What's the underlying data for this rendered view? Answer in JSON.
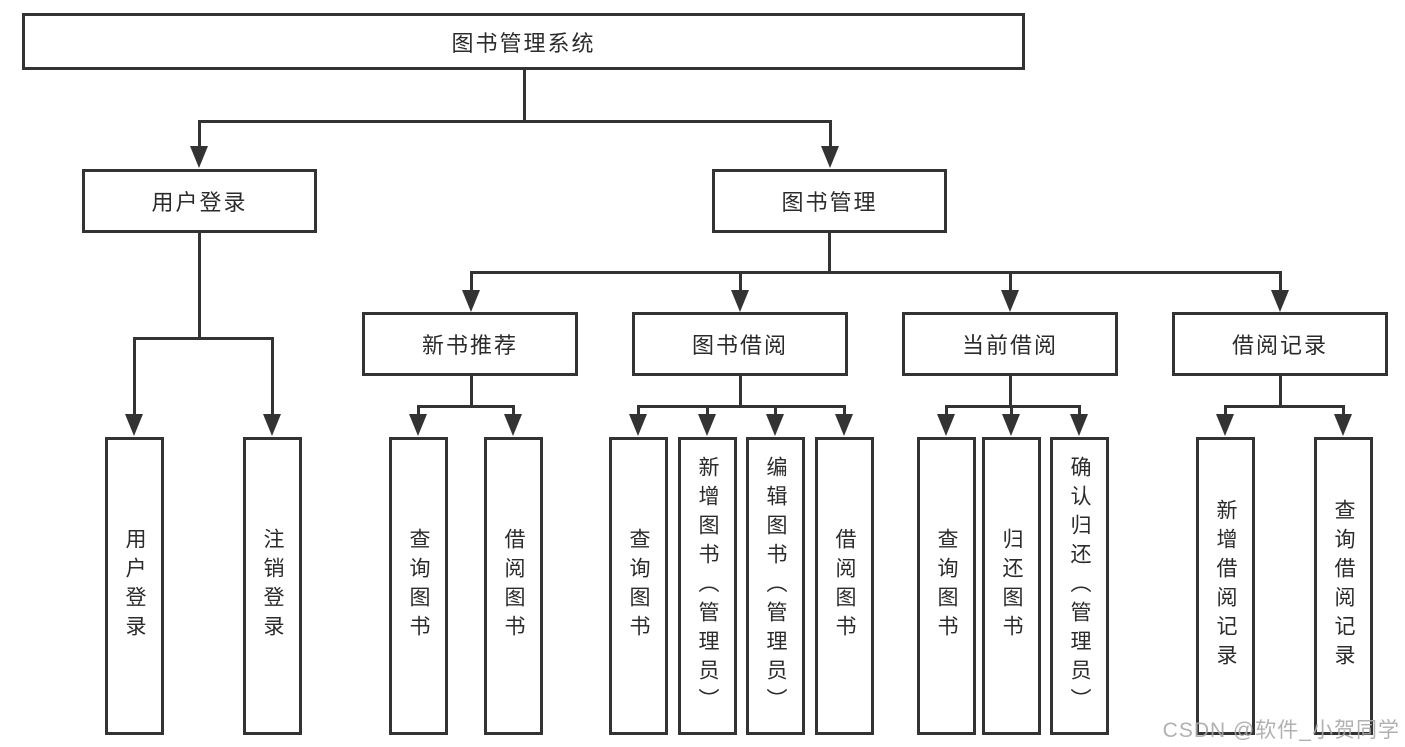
{
  "diagram": {
    "root": {
      "label": "图书管理系统"
    },
    "level2": [
      {
        "label": "用户登录"
      },
      {
        "label": "图书管理"
      }
    ],
    "level3": [
      {
        "label": "新书推荐"
      },
      {
        "label": "图书借阅"
      },
      {
        "label": "当前借阅"
      },
      {
        "label": "借阅记录"
      }
    ],
    "leaves": {
      "user_login": [
        "用户登录",
        "注销登录"
      ],
      "new_book": [
        "查询图书",
        "借阅图书"
      ],
      "book_borrow": [
        "查询图书",
        "新增图书（管理员）",
        "编辑图书（管理员）",
        "借阅图书"
      ],
      "current_borrow": [
        "查询图书",
        "归还图书",
        "确认归还（管理员）"
      ],
      "borrow_records": [
        "新增借阅记录",
        "查询借阅记录"
      ]
    }
  },
  "watermark": {
    "text": "CSDN @软件_小贺同学",
    "color": "#a8a8a8"
  },
  "colors": {
    "line": "#333333",
    "border": "#333333",
    "text": "#2b2b2b",
    "background": "#ffffff"
  }
}
